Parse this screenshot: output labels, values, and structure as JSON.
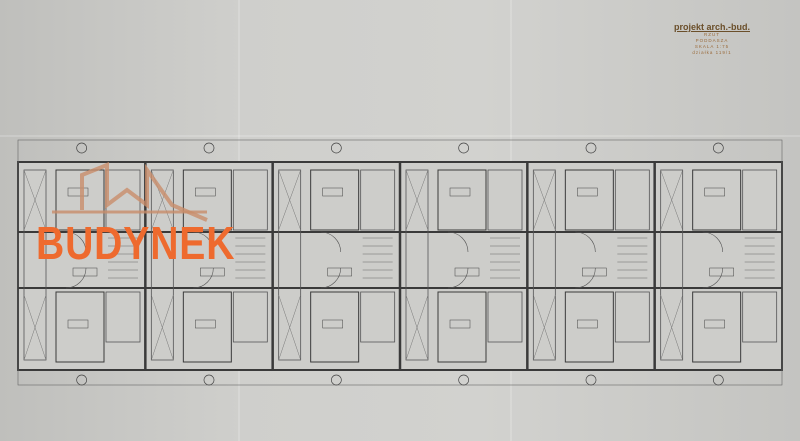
{
  "title_block": {
    "title": "projekt arch.-bud.",
    "lines": [
      "RZUT",
      "PODDASZA",
      "SKALA 1:75",
      "działka 119/1"
    ]
  },
  "watermark": {
    "text": "BUDYNEK",
    "color": "#ee6a2e"
  },
  "plan": {
    "units": 6,
    "line_color": "#3a3a3a"
  }
}
